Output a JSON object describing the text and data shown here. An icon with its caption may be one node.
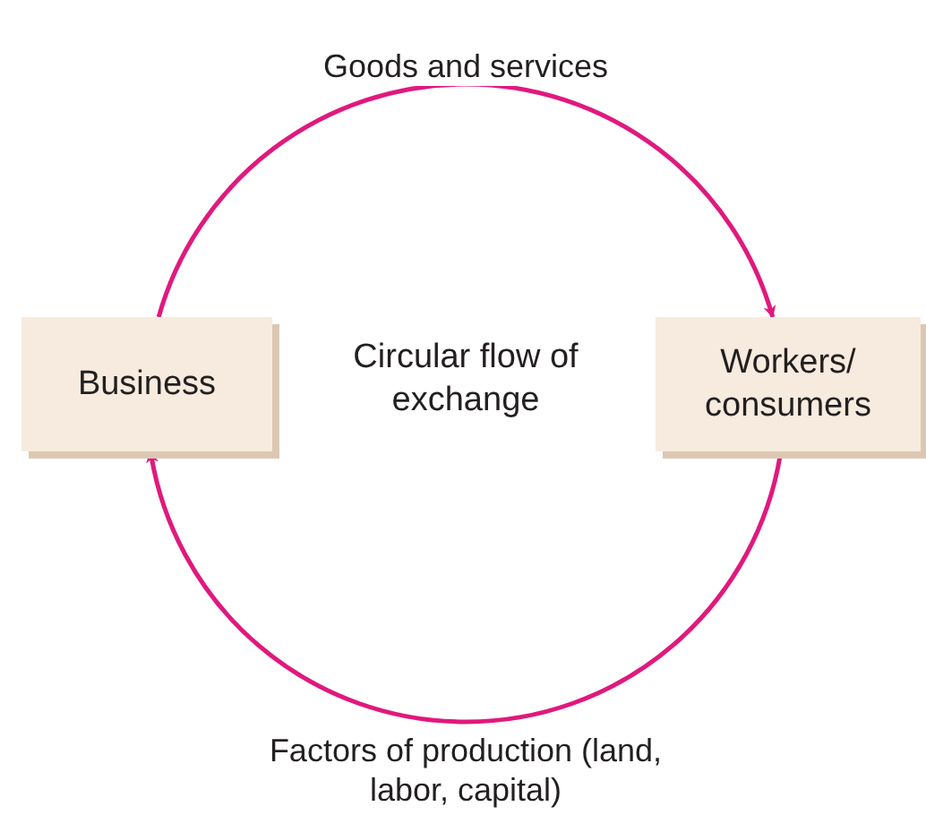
{
  "diagram": {
    "nodes": [
      {
        "text": [
          "Business"
        ]
      },
      {
        "text": [
          "Workers/ consumers"
        ]
      }
    ],
    "edges": [
      {
        "from": 0,
        "to": 1,
        "arrow": "to",
        "label": "Goods and services",
        "color": "#e0197d"
      },
      {
        "from": 1,
        "to": 0,
        "arrow": "to",
        "label": "Factors of production (land, labor, capital)",
        "color": "#e0197d"
      }
    ],
    "labels": [
      "Circular flow of exchange"
    ]
  }
}
